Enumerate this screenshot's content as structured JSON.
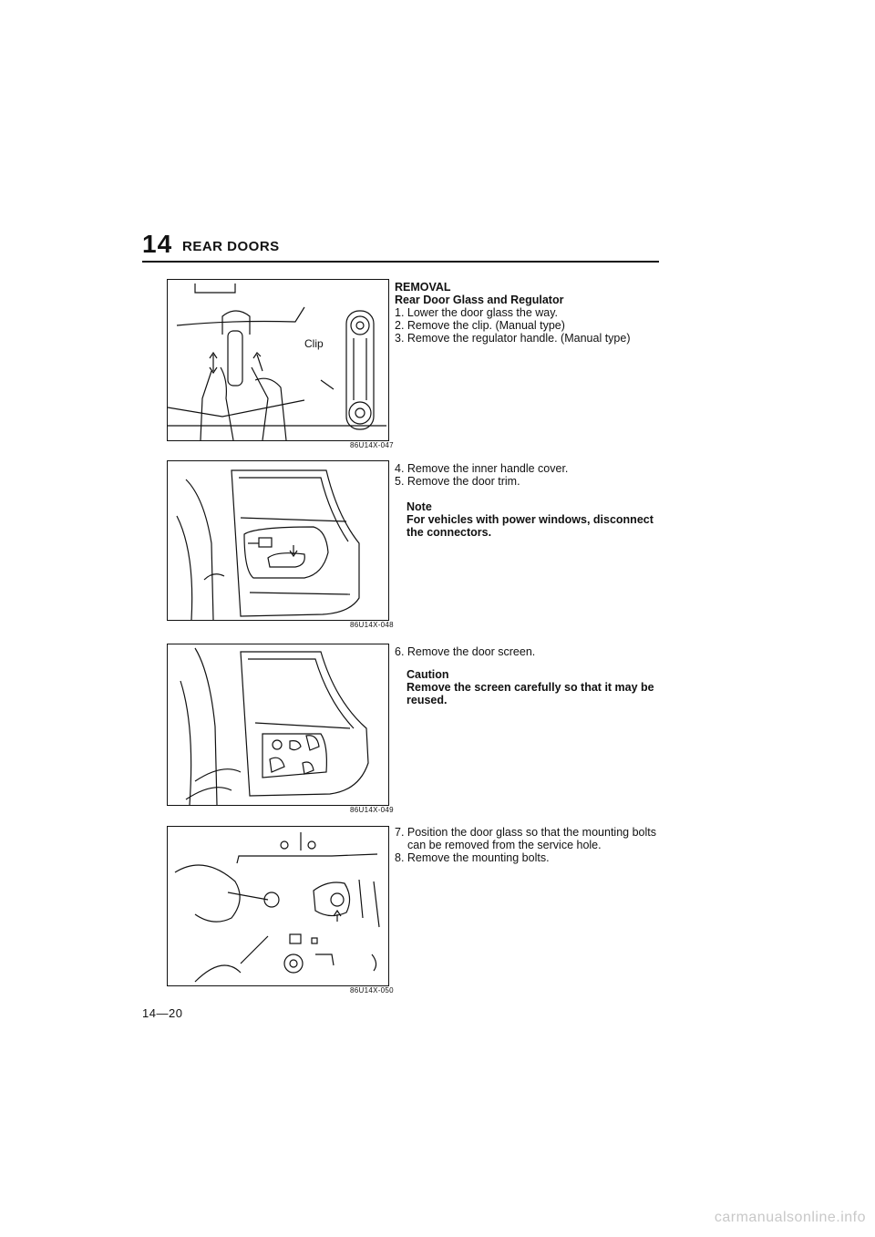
{
  "header": {
    "section_number": "14",
    "section_title": "REAR DOORS"
  },
  "figures": [
    {
      "callout": "Clip",
      "code": "86U14X-047"
    },
    {
      "code": "86U14X-048"
    },
    {
      "code": "86U14X-049"
    },
    {
      "code": "86U14X-050"
    }
  ],
  "block1": {
    "heading": "REMOVAL",
    "subheading": "Rear Door Glass and Regulator",
    "steps": [
      "1. Lower the door glass the way.",
      "2. Remove the clip. (Manual type)",
      "3. Remove the regulator handle. (Manual type)"
    ]
  },
  "block2": {
    "steps": [
      "4. Remove the inner handle cover.",
      "5. Remove the door trim."
    ],
    "note_title": "Note",
    "note_lines": [
      "For vehicles with power windows, disconnect",
      "the connectors."
    ]
  },
  "block3": {
    "steps": [
      "6. Remove the door screen."
    ],
    "caution_title": "Caution",
    "caution_lines": [
      "Remove the screen carefully so that it may be",
      "reused."
    ]
  },
  "block4": {
    "step7_line1": "7. Position the door glass so that the mounting bolts",
    "step7_line2": "can be removed from the service hole.",
    "step8": "8. Remove the mounting bolts."
  },
  "footer": {
    "page_number": "14—20"
  },
  "watermark": "carmanualsonline.info"
}
